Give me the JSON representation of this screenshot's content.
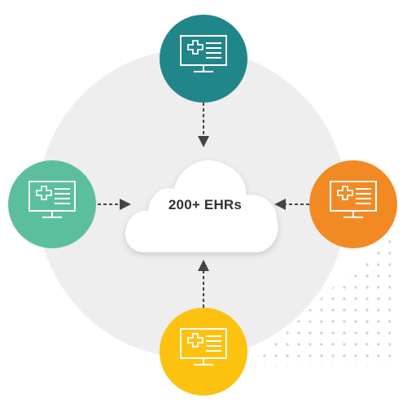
{
  "center": {
    "label": "200+ EHRs",
    "icon": "cloud-icon",
    "color": "#ffffff"
  },
  "nodes": [
    {
      "id": "top",
      "icon": "medical-monitor-icon",
      "color": "#21868a",
      "arrow_direction": "down"
    },
    {
      "id": "left",
      "icon": "medical-monitor-icon",
      "color": "#5bbf9e",
      "arrow_direction": "right"
    },
    {
      "id": "right",
      "icon": "medical-monitor-icon",
      "color": "#f28a24",
      "arrow_direction": "left"
    },
    {
      "id": "bottom",
      "icon": "medical-monitor-icon",
      "color": "#fcc20f",
      "arrow_direction": "up"
    }
  ],
  "colors": {
    "background_circle": "#eeeeee",
    "arrow": "#444444",
    "dot_pattern": "#cfcfcf"
  }
}
